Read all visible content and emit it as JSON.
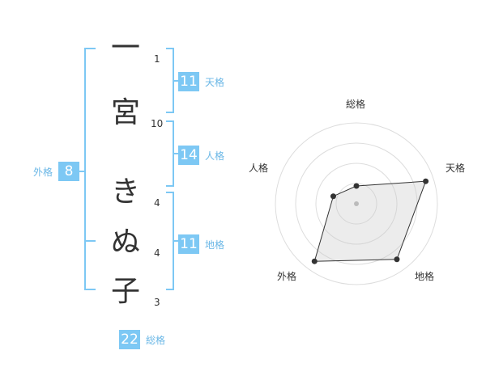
{
  "name": {
    "surname": [
      {
        "char": "一",
        "strokes": "1"
      },
      {
        "char": "宮",
        "strokes": "10"
      }
    ],
    "given": [
      {
        "char": "き",
        "strokes": "4"
      },
      {
        "char": "ぬ",
        "strokes": "4"
      },
      {
        "char": "子",
        "strokes": "3"
      }
    ]
  },
  "fortune": {
    "tenkaku": {
      "value": "11",
      "label": "天格"
    },
    "jinkaku": {
      "value": "14",
      "label": "人格"
    },
    "chikaku": {
      "value": "11",
      "label": "地格"
    },
    "gaikaku": {
      "value": "8",
      "label": "外格"
    },
    "soukaku": {
      "value": "22",
      "label": "総格"
    }
  },
  "colors": {
    "accent": "#7dc8f4",
    "bracket": "#7dc8f4",
    "label": "#6ab7e6"
  },
  "radar": {
    "axes": [
      "総格",
      "天格",
      "地格",
      "外格",
      "人格"
    ],
    "values": [
      0.22,
      0.9,
      0.85,
      0.88,
      0.3
    ],
    "max": 1
  }
}
